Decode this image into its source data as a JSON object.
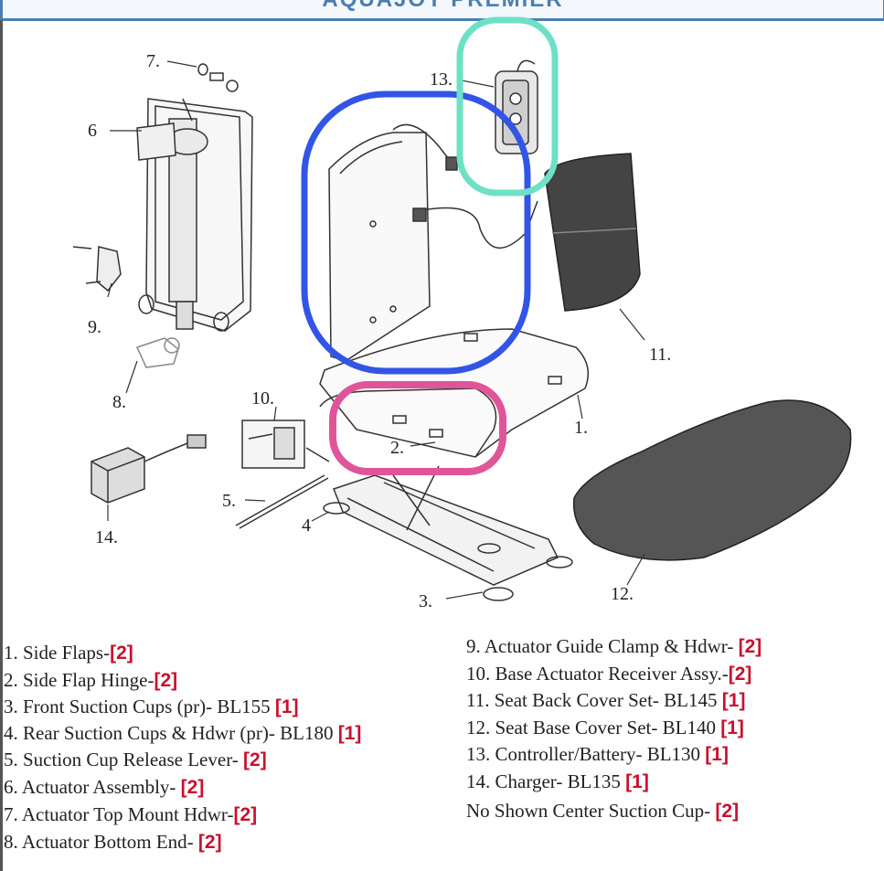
{
  "header": {
    "title": "AQUAJOY PREMIER"
  },
  "callouts": {
    "c1": "1.",
    "c2": "2.",
    "c3": "3.",
    "c4": "4",
    "c5": "5.",
    "c6": "6",
    "c7": "7.",
    "c8": "8.",
    "c9": "9.",
    "c10": "10.",
    "c11": "11.",
    "c12": "12.",
    "c13": "13.",
    "c14": "14."
  },
  "highlight_colors": {
    "seat_back": "#3355e6",
    "controller": "#6ee0c6",
    "hinge": "#e0559a"
  },
  "parts_left": [
    {
      "text": "1. Side Flaps-",
      "qty": "[2]"
    },
    {
      "text": "2. Side Flap Hinge-",
      "qty": "[2]"
    },
    {
      "text": "3. Front Suction Cups (pr)- BL155",
      "qty": "[1]"
    },
    {
      "text": "4. Rear Suction Cups & Hdwr (pr)- BL180",
      "qty": "[1]"
    },
    {
      "text": "5. Suction Cup Release Lever-",
      "qty": "[2]"
    },
    {
      "text": "6. Actuator Assembly-",
      "qty": "[2]"
    },
    {
      "text": "7. Actuator Top Mount Hdwr-",
      "qty": "[2]"
    },
    {
      "text": "8. Actuator Bottom End-",
      "qty": "[2]"
    }
  ],
  "parts_right": [
    {
      "text": "9. Actuator Guide Clamp & Hdwr-",
      "qty": "[2]"
    },
    {
      "text": "10. Base Actuator Receiver Assy.-",
      "qty": "[2]"
    },
    {
      "text": "11. Seat Back Cover Set- BL145",
      "qty": "[1]"
    },
    {
      "text": "12. Seat Base Cover Set- BL140",
      "qty": "[1]"
    },
    {
      "text": "13. Controller/Battery- BL130",
      "qty": "[1]"
    },
    {
      "text": "14. Charger- BL135",
      "qty": "[1]"
    },
    {
      "text": "No Shown Center Suction Cup-",
      "qty": "[2]"
    }
  ]
}
